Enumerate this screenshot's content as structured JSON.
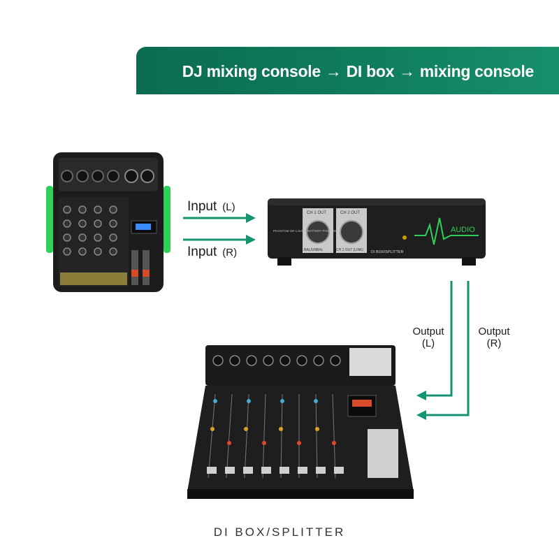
{
  "banner": {
    "steps": [
      "DJ mixing console",
      "DI box",
      "mixing console"
    ],
    "arrow_glyph": "→"
  },
  "inputs": [
    {
      "label": "Input",
      "channel": "(L)"
    },
    {
      "label": "Input",
      "channel": "(R)"
    }
  ],
  "outputs": [
    {
      "label": "Output",
      "channel": "(L)"
    },
    {
      "label": "Output",
      "channel": "(R)"
    }
  ],
  "di_box": {
    "ch1_label": "CH 1 OUT",
    "ch2_label": "CH 2 OUT",
    "phantom_text": "PHANTOM OR 1.5V/9V BATTERY POWERED",
    "bal_label": "BAL/UNBAL",
    "link_label": "CH 1 OUT (LINK)",
    "model_label": "DI BOX/SPLITTER",
    "brand": "AUDIO"
  },
  "caption": "DI BOX/SPLITTER",
  "colors": {
    "banner": "#0f7d5c",
    "arrow": "#13936f",
    "device_body": "#1e1e1e",
    "accent_green": "#2fd05a"
  },
  "icons": [
    "dj-mixer-image",
    "di-box-image",
    "mixing-console-image"
  ]
}
